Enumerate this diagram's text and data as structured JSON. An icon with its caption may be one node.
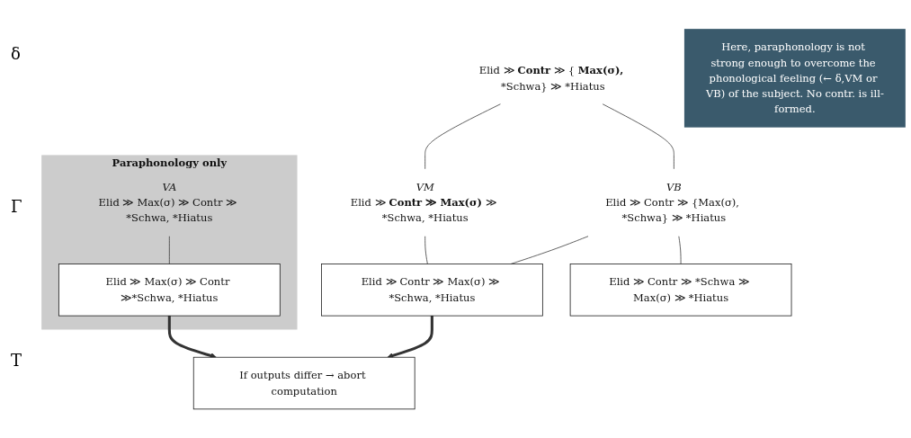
{
  "diagram": {
    "nodes": [
      {
        "text": [
          "Elid ≫ **Contr** ≫ { **Max(σ),** *Schwa} ≫ *Hiatus"
        ]
      },
      {
        "text": [
          "Paraphonology only"
        ]
      },
      {
        "text": [
          "VA",
          "Elid ≫ Max(σ) ≫ Contr ≫ *Schwa, *Hiatus"
        ],
        "in": 1
      },
      {
        "text": [
          "Elid ≫ Max(σ) ≫ Contr ≫*Schwa, *Hiatus"
        ],
        "in": 1
      },
      {
        "text": [
          "VM",
          "Elid ≫ **Contr ≫ Max(σ)** ≫ *Schwa, *Hiatus"
        ]
      },
      {
        "text": [
          "VB",
          "Elid ≫ Contr ≫ {Max(σ), *Schwa} ≫ *Hiatus"
        ]
      },
      {
        "text": [
          "Elid ≫ Contr ≫ Max(σ) ≫ *Schwa, *Hiatus"
        ]
      },
      {
        "text": [
          "Elid ≫ Contr ≫ *Schwa ≫ Max(σ) ≫ *Hiatus"
        ]
      },
      {
        "text": [
          "If outputs differ → abort computation"
        ]
      },
      {
        "text": [
          "Here, paraphonology is not strong enough to overcome the phonological feeling (← δ,VM or VB) of the subject. No contr. is ill-formed."
        ]
      }
    ],
    "edges": [
      {
        "from": 0,
        "to": 4,
        "arrow": "none"
      },
      {
        "from": 0,
        "to": 5,
        "arrow": "none"
      },
      {
        "from": 2,
        "to": 3,
        "arrow": "none"
      },
      {
        "from": 4,
        "to": 6,
        "arrow": "none"
      },
      {
        "from": 5,
        "to": 6,
        "arrow": "none"
      },
      {
        "from": 5,
        "to": 7,
        "arrow": "none"
      },
      {
        "from": 3,
        "to": 8,
        "arrow": "to",
        "style": "thick"
      },
      {
        "from": 6,
        "to": 8,
        "arrow": "to",
        "style": "thick"
      }
    ],
    "labels": [
      "δ",
      "Γ",
      "T"
    ]
  }
}
